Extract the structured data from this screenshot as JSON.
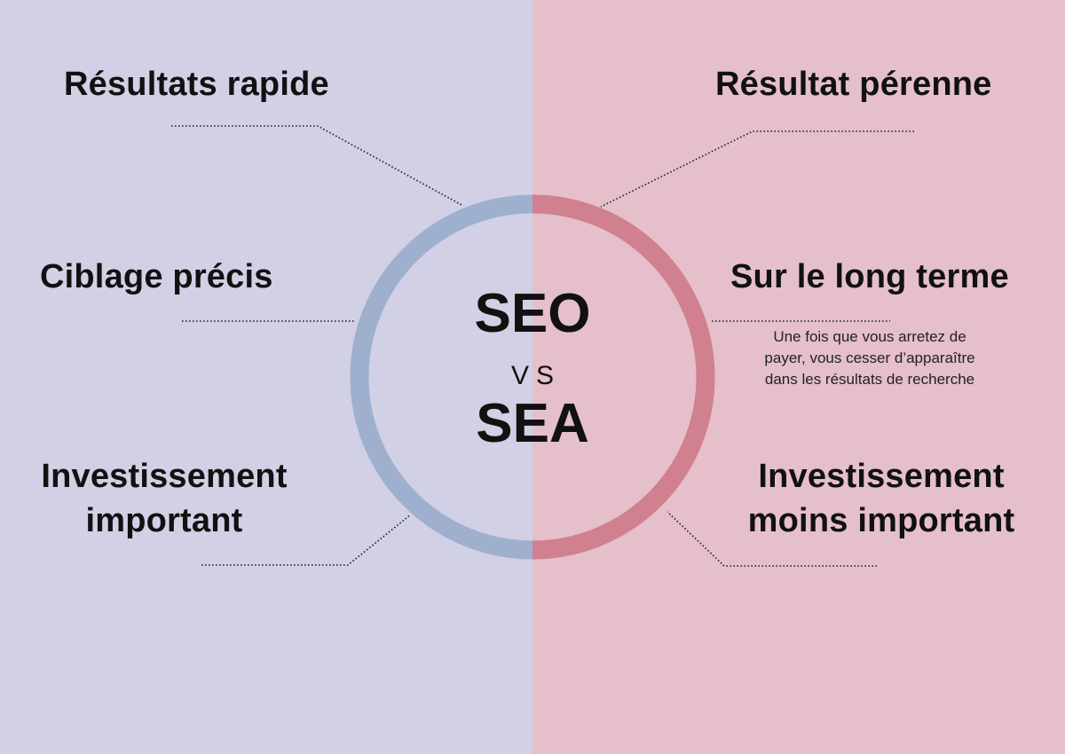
{
  "colors": {
    "left_background": "#d1d0e4",
    "right_background": "#e5bfc9",
    "seo_ring": "#9fb0cf",
    "sea_ring": "#d0808f",
    "text": "#111111"
  },
  "center": {
    "top_word": "SEO",
    "middle_word": "VS",
    "bottom_word": "SEA"
  },
  "seo_points": [
    {
      "line1": "Résultats rapide",
      "line2": ""
    },
    {
      "line1": "Ciblage précis",
      "line2": ""
    },
    {
      "line1": "Investissement",
      "line2": "important"
    }
  ],
  "sea_points": [
    {
      "line1": "Résultat pérenne",
      "line2": ""
    },
    {
      "line1": "Sur le long terme",
      "line2": ""
    },
    {
      "line1": "Investissement",
      "line2": "moins important"
    }
  ],
  "sea_note": {
    "line1": "Une fois que vous arretez de",
    "line2": "payer, vous cesser d’apparaître",
    "line3": "dans les résultats de recherche"
  }
}
